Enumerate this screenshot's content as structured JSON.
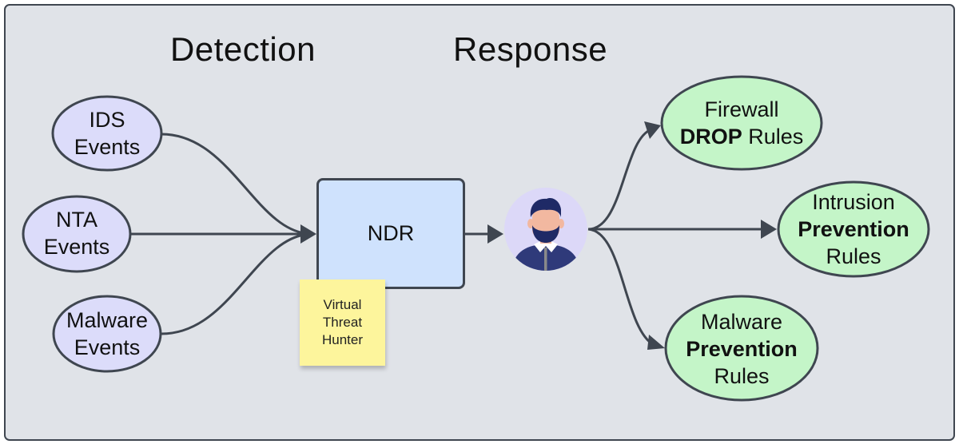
{
  "titles": {
    "detection": "Detection",
    "response": "Response"
  },
  "inputs": [
    {
      "id": "ids",
      "line1": "IDS",
      "line2": "Events"
    },
    {
      "id": "nta",
      "line1": "NTA",
      "line2": "Events"
    },
    {
      "id": "malware",
      "line1": "Malware",
      "line2": "Events"
    }
  ],
  "hub": {
    "label": "NDR",
    "sticky_note": {
      "line1": "Virtual",
      "line2": "Threat",
      "line3": "Hunter"
    }
  },
  "analyst": {
    "icon": "analyst-avatar-icon"
  },
  "outputs": [
    {
      "id": "firewall",
      "line1": "Firewall",
      "bold": "DROP",
      "rest": " Rules"
    },
    {
      "id": "intrusion",
      "line1": "Intrusion",
      "bold": "Prevention",
      "line3": "Rules"
    },
    {
      "id": "malware-prev",
      "line1": "Malware",
      "bold": "Prevention",
      "line3": "Rules"
    }
  ],
  "colors": {
    "background": "#e0e3e8",
    "stroke": "#3f4650",
    "input_fill": "#dcdcfa",
    "hub_fill": "#cfe2fd",
    "sticky_fill": "#fdf59c",
    "avatar_bg": "#dcd8f8",
    "output_fill": "#c4f5c8"
  }
}
